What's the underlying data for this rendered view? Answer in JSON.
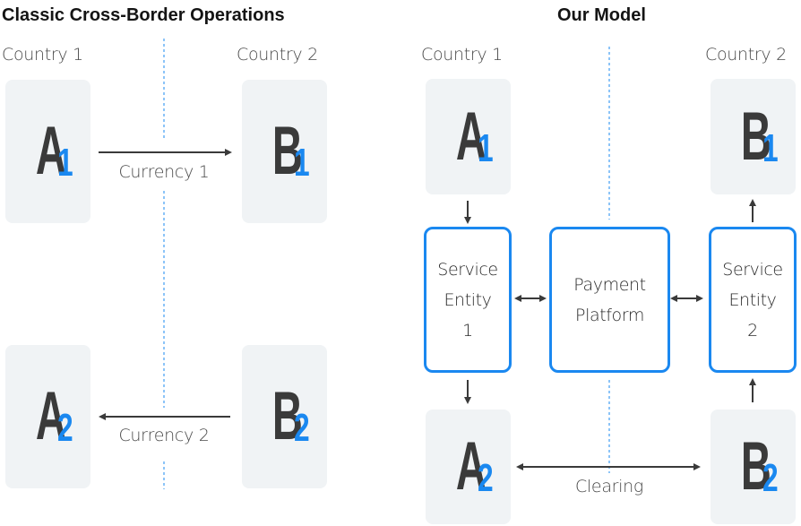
{
  "left_panel": {
    "title": "Classic Cross-Border Operations",
    "country_1": "Country 1",
    "country_2": "Country 2",
    "parties": [
      {
        "letter": "A",
        "sub": "1"
      },
      {
        "letter": "B",
        "sub": "1"
      },
      {
        "letter": "A",
        "sub": "2"
      },
      {
        "letter": "B",
        "sub": "2"
      }
    ],
    "flows": [
      {
        "label": "Currency 1",
        "direction": "A1 to B1"
      },
      {
        "label": "Currency 2",
        "direction": "B2 to A2"
      }
    ]
  },
  "right_panel": {
    "title": "Our Model",
    "country_1": "Country 1",
    "country_2": "Country 2",
    "parties": [
      {
        "letter": "A",
        "sub": "1"
      },
      {
        "letter": "B",
        "sub": "1"
      },
      {
        "letter": "A",
        "sub": "2"
      },
      {
        "letter": "B",
        "sub": "2"
      }
    ],
    "service_entity_1": {
      "line1": "Service",
      "line2": "Entity",
      "line3": "1"
    },
    "payment_platform": {
      "line1": "Payment",
      "line2": "Platform"
    },
    "service_entity_2": {
      "line1": "Service",
      "line2": "Entity",
      "line3": "2"
    },
    "clearing_label": "Clearing"
  },
  "colors": {
    "accent_blue": "#1a88f0",
    "divider_blue": "#8cc4f8",
    "box_background": "#f0f3f5",
    "text_dark": "#3a3a3a"
  }
}
